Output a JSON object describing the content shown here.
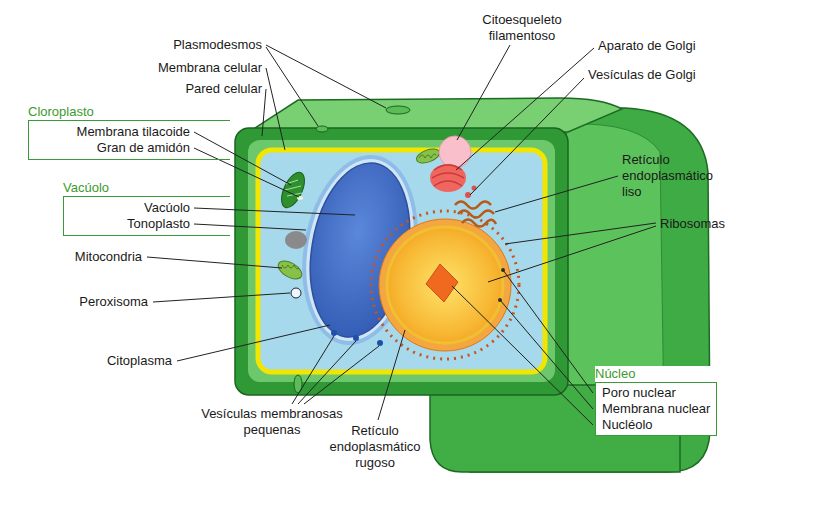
{
  "diagram": {
    "nodes": [
      {
        "text": [
          "Cloroplasto",
          "Membrana tilacoide",
          "Gran de amidón"
        ]
      },
      {
        "text": [
          "Vacúolo",
          "Vacúolo",
          "Tonoplasto"
        ]
      },
      {
        "text": [
          "Núcleo",
          "Poro nuclear",
          "Membrana nuclear",
          "Nucléolo"
        ]
      }
    ],
    "labels": [
      "Plasmodesmos",
      "Membrana celular",
      "Pared celular",
      "Mitocondria",
      "Peroxisoma",
      "Citoplasma",
      "Vesículas membranosas pequenas",
      "Retículo endoplasmático rugoso",
      "Citoesqueleto filamentoso",
      "Aparato de Golgi",
      "Vesículas de Golgi",
      "Retículo endoplasmático liso",
      "Ribosomas"
    ]
  }
}
